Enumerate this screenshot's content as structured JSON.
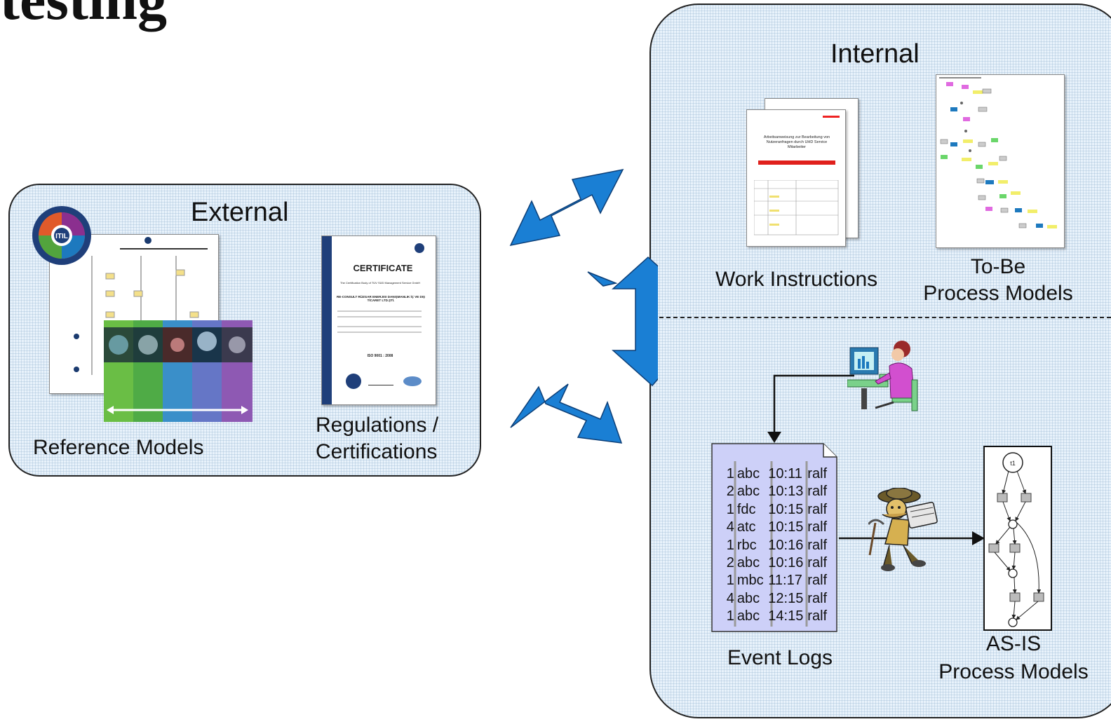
{
  "title": "testing",
  "external": {
    "heading": "External",
    "reference_models": "Reference Models",
    "regulations": "Regulations /",
    "certifications": "Certifications",
    "certificate": {
      "heading": "CERTIFICATE",
      "body_label": "The Certification Body of TÜV SÜD Management Service GmbH",
      "company": "RE-CONSULT RÜZGAR ENERJISI DANIŞMANLIK İÇ VE DIŞ TİCARET LTD.ŞTİ.",
      "standard": "ISO 9001 : 2008"
    },
    "itil_badge": "ITIL"
  },
  "internal": {
    "heading": "Internal",
    "work_instructions": "Work Instructions",
    "to_be_1": "To-Be",
    "to_be_2": "Process Models",
    "doc_heading": "Arbeitsanweisung zur Bearbeitung von Nutzeranfragen durch UHD Service Mitarbeiter",
    "event_logs": "Event Logs",
    "as_is_1": "AS-IS",
    "as_is_2": "Process Models",
    "log_rows": [
      [
        "1",
        "abc",
        "10:11",
        "ralf"
      ],
      [
        "2",
        "abc",
        "10:13",
        "ralf"
      ],
      [
        "1",
        "fdc",
        "10:15",
        "ralf"
      ],
      [
        "4",
        "atc",
        "10:15",
        "ralf"
      ],
      [
        "1",
        "rbc",
        "10:16",
        "ralf"
      ],
      [
        "2",
        "abc",
        "10:16",
        "ralf"
      ],
      [
        "1",
        "mbc",
        "11:17",
        "ralf"
      ],
      [
        "4",
        "abc",
        "12:15",
        "ralf"
      ],
      [
        "1",
        "abc",
        "14:15",
        "ralf"
      ]
    ],
    "petri_start": "t1"
  },
  "colors": {
    "arrow": "#1a7fd4",
    "log_fill": "#cdd0f8",
    "panel_fill": "#e8f2fb"
  }
}
